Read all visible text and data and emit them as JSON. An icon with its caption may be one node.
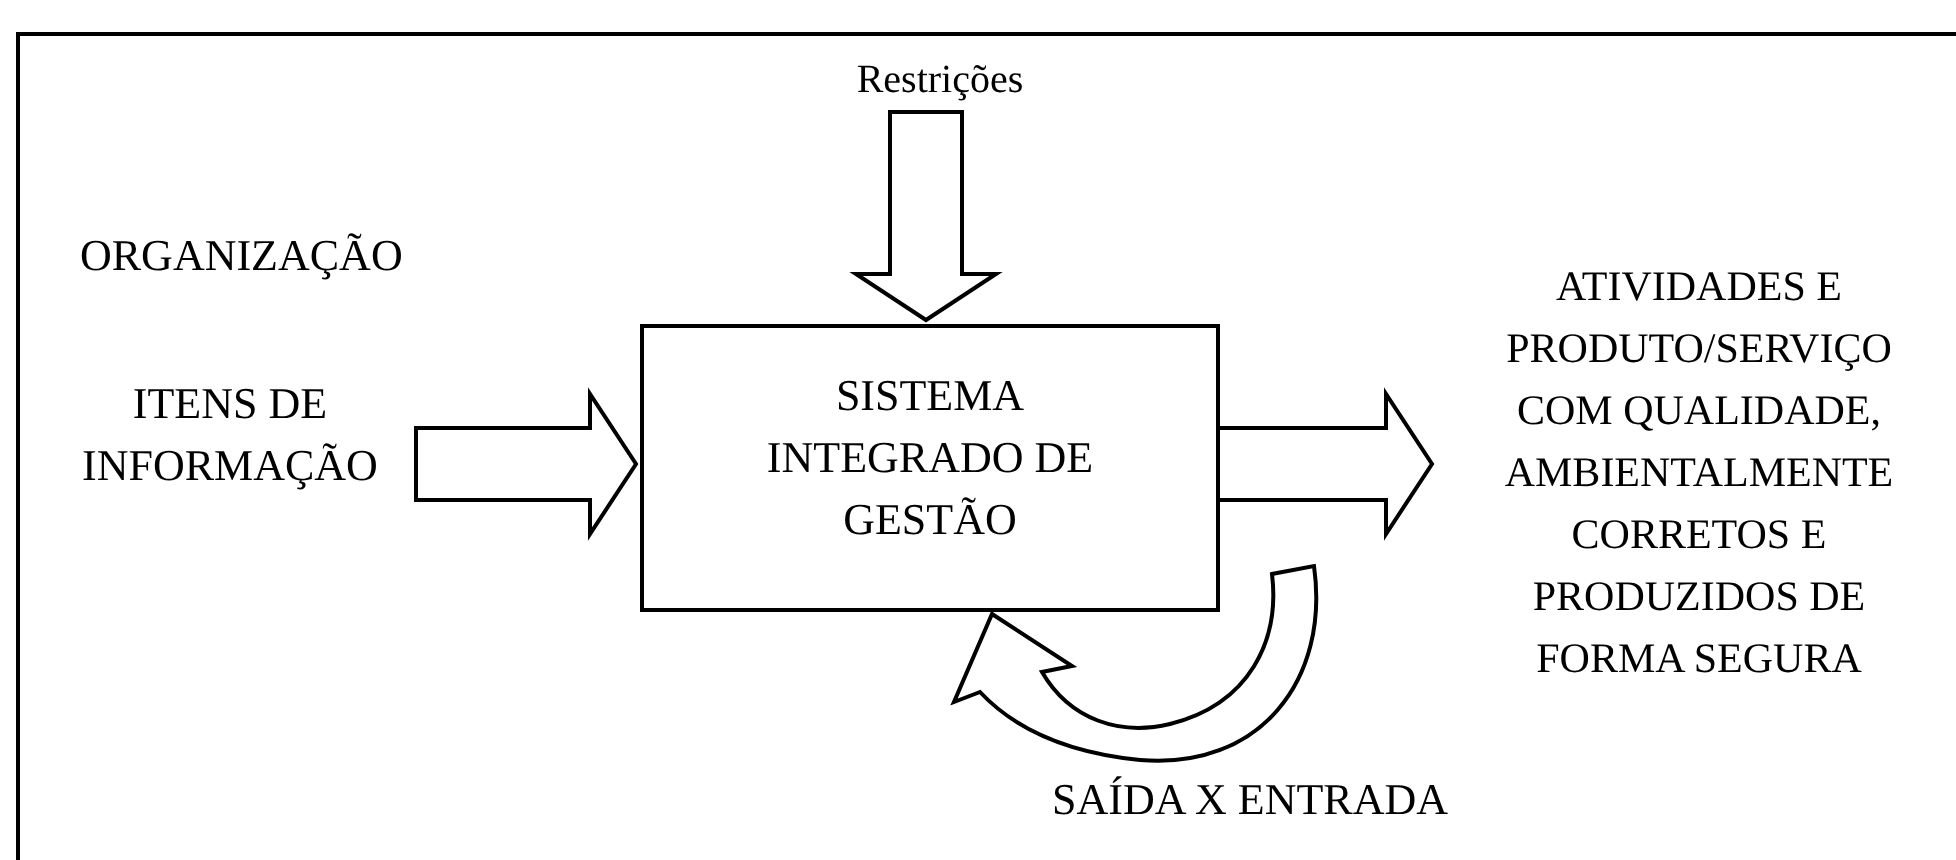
{
  "diagram": {
    "nodes": [
      {
        "text": [
          "ORGANIZAÇÃO"
        ]
      },
      {
        "text": [
          "Restrições"
        ],
        "in": 0
      },
      {
        "text": [
          "ITENS DE INFORMAÇÃO"
        ],
        "in": 0
      },
      {
        "text": [
          "SISTEMA INTEGRADO DE GESTÃO"
        ],
        "in": 0
      },
      {
        "text": [
          "ATIVIDADES E PRODUTO/SERVIÇO COM QUALIDADE, AMBIENTALMENTE CORRETOS E PRODUZIDOS DE FORMA SEGURA"
        ],
        "in": 0
      }
    ],
    "edges": [
      {
        "from": 1,
        "to": 3,
        "arrow": "to"
      },
      {
        "from": 2,
        "to": 3,
        "arrow": "to"
      },
      {
        "from": 3,
        "to": 4,
        "arrow": "to"
      },
      {
        "from": 3,
        "to": 3,
        "arrow": "to",
        "label": "SAÍDA X ENTRADA"
      }
    ]
  }
}
